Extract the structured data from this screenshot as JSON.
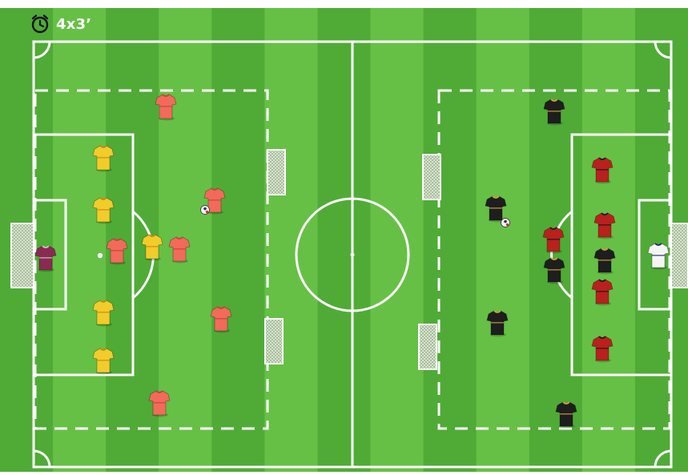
{
  "drill": {
    "duration_label": "4x3’",
    "timer_icon": "alarm-clock-icon"
  },
  "colors": {
    "grass_light": "#66c045",
    "grass_dark": "#4fab36",
    "lines": "#ffffff",
    "team_yellow": "#f2cc2a",
    "team_coral": "#f26a5a",
    "team_black": "#1e1e1e",
    "team_red": "#b8211d",
    "goalkeeper_maroon": "#8a2a52",
    "goalkeeper_white": "#f4f4f4"
  },
  "players": [
    {
      "team": "yellow",
      "role": "player"
    },
    {
      "team": "yellow",
      "role": "player"
    },
    {
      "team": "yellow",
      "role": "player"
    },
    {
      "team": "yellow",
      "role": "player"
    },
    {
      "team": "yellow",
      "role": "player"
    },
    {
      "team": "coral",
      "role": "player"
    },
    {
      "team": "coral",
      "role": "player"
    },
    {
      "team": "coral",
      "role": "player"
    },
    {
      "team": "coral",
      "role": "player"
    },
    {
      "team": "coral",
      "role": "player"
    },
    {
      "team": "coral",
      "role": "player"
    },
    {
      "team": "maroon",
      "role": "goalkeeper"
    },
    {
      "team": "black",
      "role": "player"
    },
    {
      "team": "black",
      "role": "player"
    },
    {
      "team": "black",
      "role": "player"
    },
    {
      "team": "black",
      "role": "player"
    },
    {
      "team": "black",
      "role": "player"
    },
    {
      "team": "black",
      "role": "player"
    },
    {
      "team": "red",
      "role": "player"
    },
    {
      "team": "red",
      "role": "player"
    },
    {
      "team": "red",
      "role": "player"
    },
    {
      "team": "red",
      "role": "player"
    },
    {
      "team": "red",
      "role": "player"
    },
    {
      "team": "white",
      "role": "goalkeeper"
    }
  ],
  "balls": [
    {
      "type": "soccer-ball"
    },
    {
      "type": "soccer-ball"
    },
    {
      "type": "white-dot"
    }
  ],
  "mini_goals": 4,
  "full_goals": 2
}
